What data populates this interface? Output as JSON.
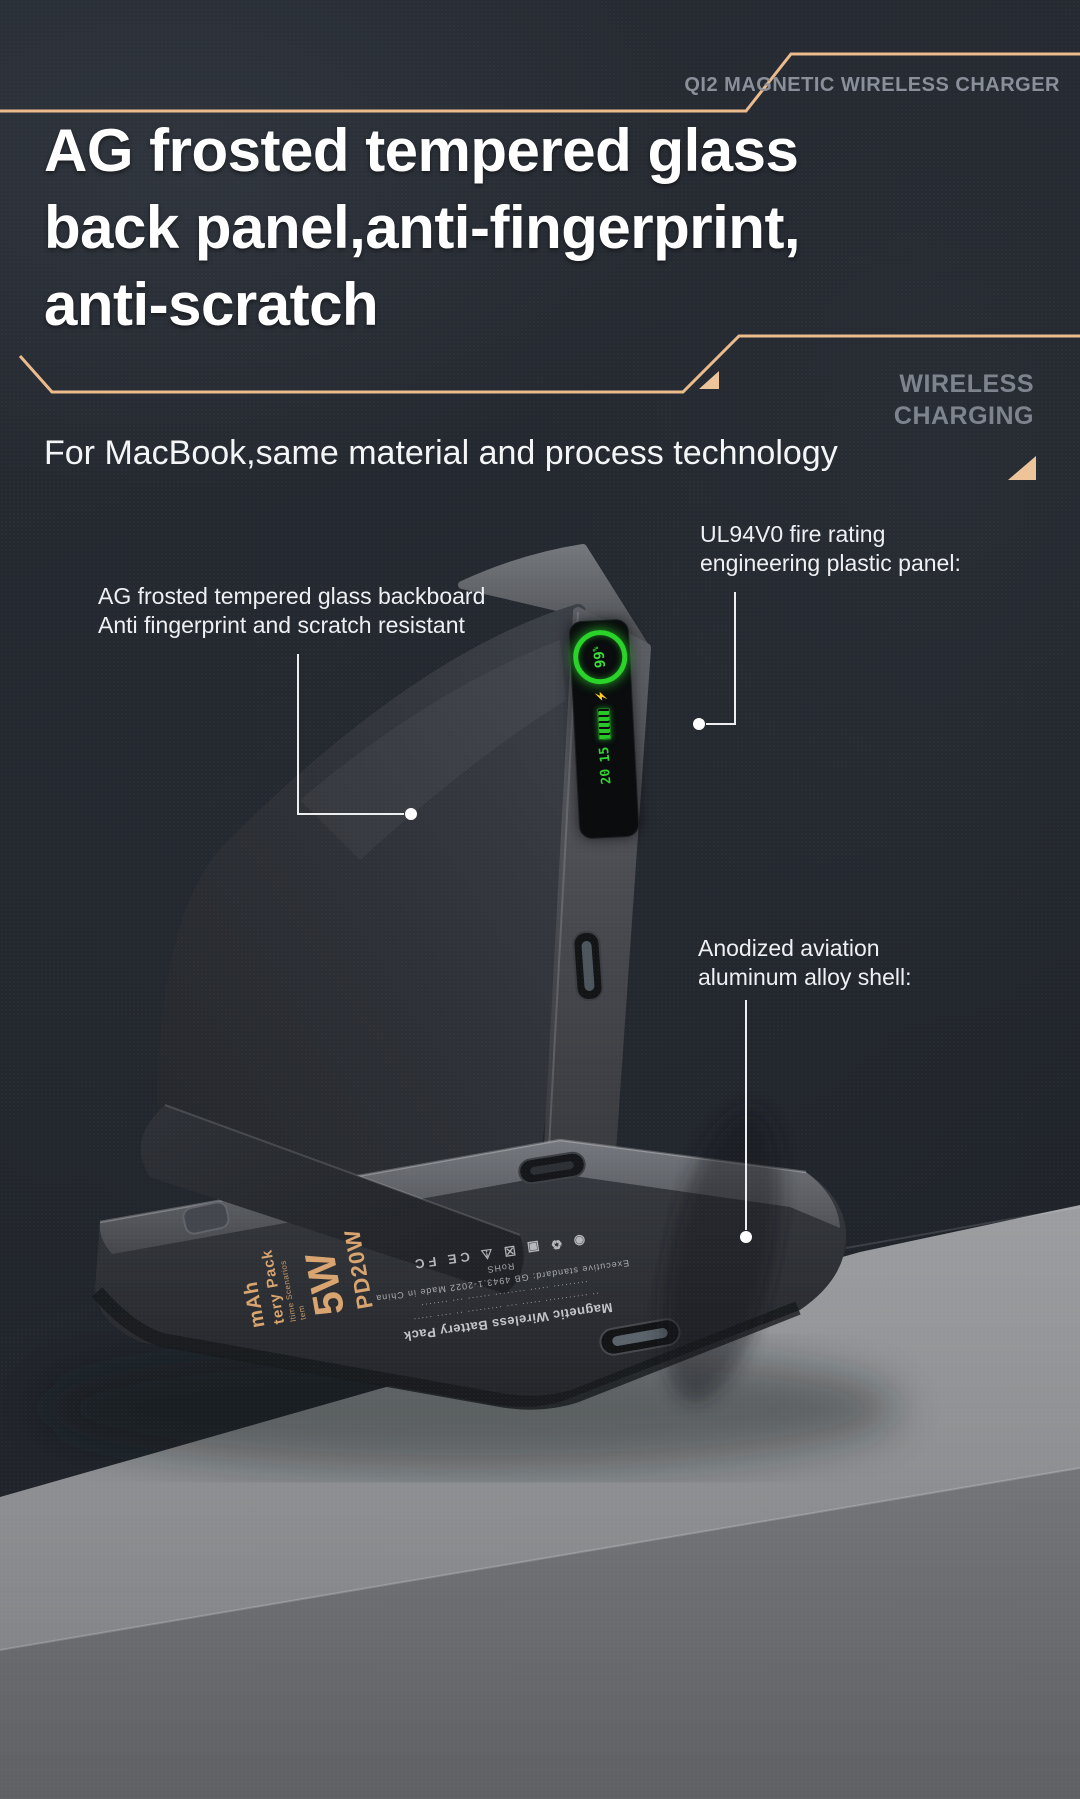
{
  "colors": {
    "background": "#22262d",
    "gold_accent": "#ecbb8c",
    "heading_white": "#ffffff",
    "muted_gray": "#868d96",
    "screen_green": "#2ad32a",
    "gold_print": "#d8a46f",
    "table_gray": "#909295"
  },
  "header": {
    "tagline": "QI2 MAGNETIC WIRELESS CHARGER",
    "title_line1": "AG frosted tempered glass",
    "title_line2": "back panel,anti-fingerprint,",
    "title_line3": "anti-scratch",
    "badge_line1": "WIRELESS",
    "badge_line2": "CHARGING",
    "subtitle": "For MacBook,same material and process technology"
  },
  "callouts": {
    "plastic_line1": "UL94V0 fire rating",
    "plastic_line2": "engineering plastic panel:",
    "glass_line1": "AG frosted tempered glass backboard",
    "glass_line2": "Anti fingerprint and scratch resistant",
    "alu_line1": "Anodized aviation",
    "alu_line2": "aluminum alloy shell:"
  },
  "screen": {
    "percent": "99",
    "unit": "%",
    "bolt": "⚡",
    "stat_top": "15",
    "stat_bottom": "20"
  },
  "side_print": {
    "capacity": "mAh",
    "pack": "tery Pack",
    "small1": "ltime Scenarios",
    "small2": "tem",
    "watt_big": "5W",
    "watt_pd": "PD20W"
  },
  "label": {
    "product": "Magnetic Wireless Battery Pack",
    "row2": "·· ··········· ····· ··· ········· ·· ···· ·····",
    "row3": "········· ····· ········ ······ ··· ·······",
    "standard": "Executive standard: GB 4943.1-2022   Made in China",
    "rohs": "RoHS",
    "marks": "◉ ♻ ▣ ☒ ⚠ CE FC"
  }
}
